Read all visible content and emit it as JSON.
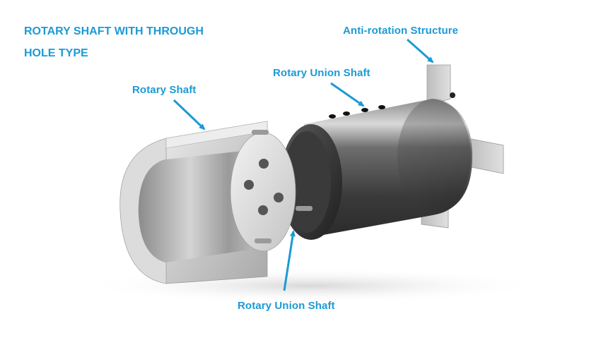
{
  "title": {
    "line1": "ROTARY SHAFT WITH THROUGH",
    "line2": "HOLE TYPE"
  },
  "labels": {
    "anti_rotation": "Anti-rotation Structure",
    "rotary_union_top": "Rotary Union Shaft",
    "rotary_shaft": "Rotary Shaft",
    "rotary_union_bottom": "Rotary Union Shaft"
  },
  "colors": {
    "label_blue": "#1c9ad6",
    "arrow_blue": "#1c9ad6"
  }
}
